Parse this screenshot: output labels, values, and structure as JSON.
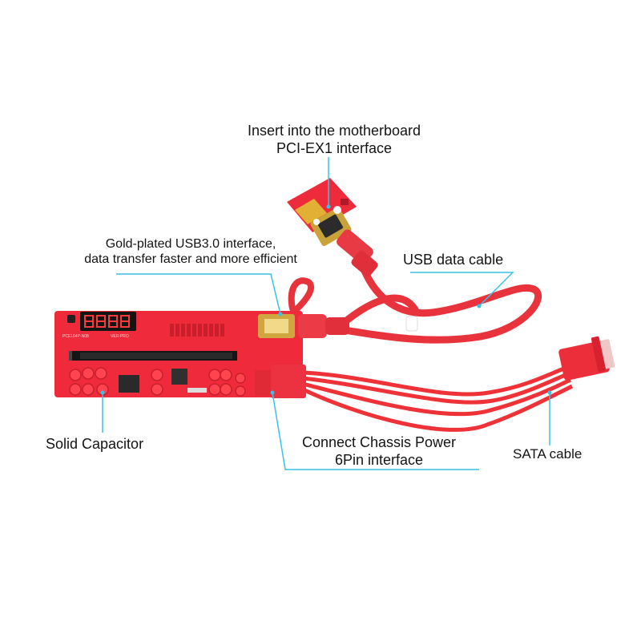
{
  "callouts": {
    "motherboard": {
      "line1": "Insert into the motherboard",
      "line2": "PCI-EX1 interface"
    },
    "usb3": {
      "line1": "Gold-plated USB3.0 interface,",
      "line2": "data transfer faster and more efficient"
    },
    "usb_cable": "USB data cable",
    "capacitor": "Solid Capacitor",
    "power": {
      "line1": "Connect Chassis Power",
      "line2": "6Pin interface"
    },
    "sata": "SATA cable"
  },
  "board_print": {
    "model": "PCE164P-N08",
    "version": "VER-PRO",
    "display": "8.8.8.8"
  },
  "colors": {
    "callout_line": "#37c3e6",
    "board": "#f0283a",
    "cable": "#f2363c",
    "gold": "#e2b23c"
  }
}
